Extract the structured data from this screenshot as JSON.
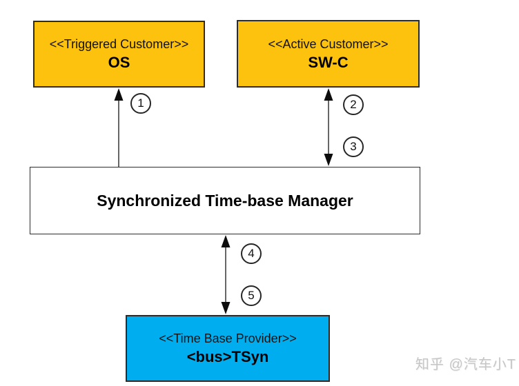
{
  "diagram": {
    "title_hint": "Synchronized Time-base Manager architecture diagram",
    "nodes": {
      "os": {
        "stereotype": "<<Triggered Customer>>",
        "name": "OS"
      },
      "swc": {
        "stereotype": "<<Active Customer>>",
        "name": "SW-C"
      },
      "manager": {
        "name": "Synchronized Time-base Manager"
      },
      "provider": {
        "stereotype": "<<Time Base Provider>>",
        "name": "<bus>TSyn"
      }
    },
    "steps": [
      {
        "label": "1"
      },
      {
        "label": "2"
      },
      {
        "label": "3"
      },
      {
        "label": "4"
      },
      {
        "label": "5"
      }
    ],
    "connections": [
      {
        "from": "manager",
        "to": "os",
        "style": "single-arrow-up",
        "steps": [
          "1"
        ]
      },
      {
        "from": "manager",
        "to": "swc",
        "style": "double-arrow",
        "steps": [
          "2",
          "3"
        ]
      },
      {
        "from": "manager",
        "to": "provider",
        "style": "double-arrow",
        "steps": [
          "4",
          "5"
        ]
      }
    ],
    "colors": {
      "customer_fill": "#FDC20E",
      "provider_fill": "#00AEEF",
      "manager_fill": "#FFFFFF",
      "box_border": "#2B2B2B",
      "arrow_line": "#3F3F3F",
      "arrow_head": "#0D0D0D",
      "background": "#FFFFFF"
    }
  },
  "watermark": {
    "text": "知乎 @汽车小T"
  }
}
